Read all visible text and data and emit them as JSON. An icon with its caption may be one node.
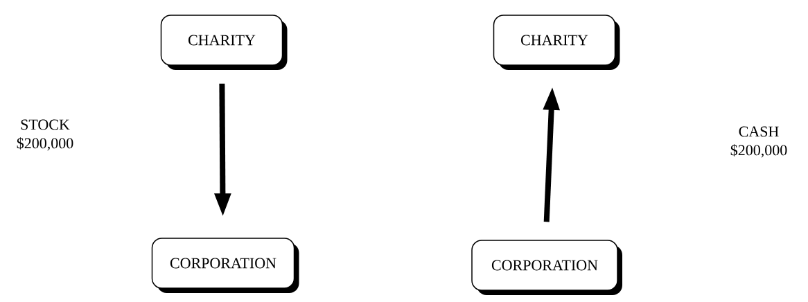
{
  "diagram": {
    "nodes": [
      {
        "text": [
          "CHARITY"
        ]
      },
      {
        "text": [
          "CORPORATION"
        ]
      },
      {
        "text": [
          "CHARITY"
        ]
      },
      {
        "text": [
          "CORPORATION"
        ]
      }
    ],
    "edges": [
      {
        "from": 0,
        "to": 1,
        "arrow": "to"
      },
      {
        "from": 3,
        "to": 2,
        "arrow": "to"
      }
    ],
    "labels": [
      "STOCK $200,000",
      "CASH $200,000"
    ]
  }
}
